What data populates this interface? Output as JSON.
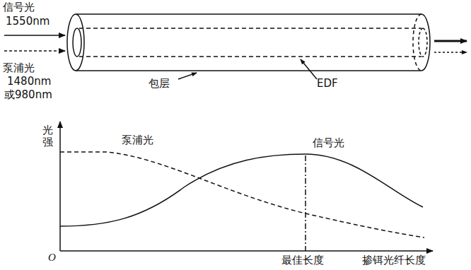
{
  "diagram": {
    "labels": [
      "信号光",
      "1550nm",
      "泵浦光",
      "1480nm",
      "或980nm",
      "包层",
      "EDF",
      "光强",
      "泵浦光",
      "信号光",
      "最佳长度",
      "掺铒光纤长度",
      "O"
    ]
  }
}
